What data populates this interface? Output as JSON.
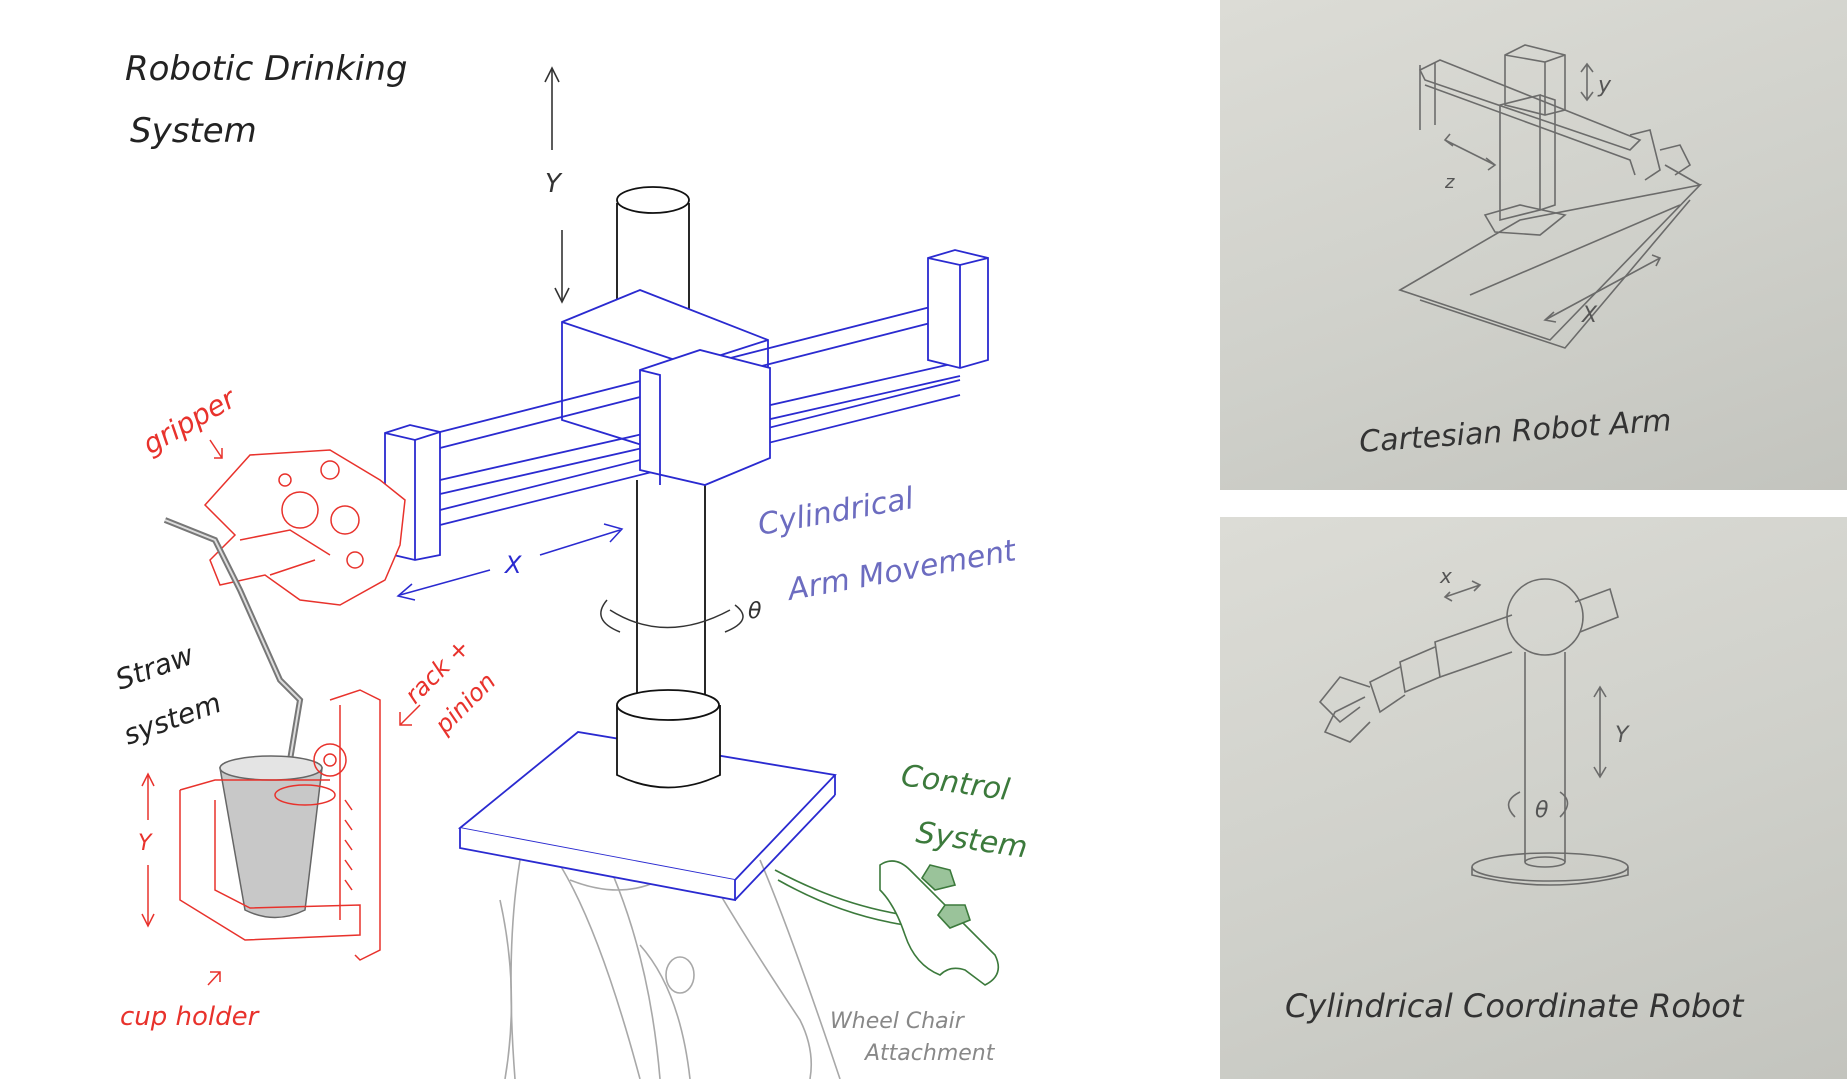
{
  "main": {
    "title_line1": "Robotic Drinking",
    "title_line2": "System",
    "labels": {
      "gripper": "gripper",
      "straw_line1": "Straw",
      "straw_line2": "system",
      "rack_line1": "rack +",
      "rack_line2": "pinion",
      "cup_holder": "cup holder",
      "y_cup": "Y",
      "y_axis": "Y",
      "x_axis": "X",
      "theta": "θ",
      "cyl_line1": "Cylindrical",
      "cyl_line2": "Arm Movement",
      "control_line1": "Control",
      "control_line2": "System",
      "wheel_line1": "Wheel Chair",
      "wheel_line2": "Attachment"
    }
  },
  "panel_top": {
    "caption": "Cartesian Robot Arm",
    "y_label": "y",
    "z_label": "z",
    "x_label": "X"
  },
  "panel_bottom": {
    "caption": "Cylindrical Coordinate Robot",
    "x_label": "x",
    "y_label": "Y",
    "theta_label": "θ"
  },
  "colors": {
    "blue": "#2a2ad0",
    "red": "#e8322c",
    "green": "#3c7a3c",
    "purple": "#6c6cc0",
    "gray": "#9a9a9a",
    "pencil": "#5a5a5a"
  }
}
